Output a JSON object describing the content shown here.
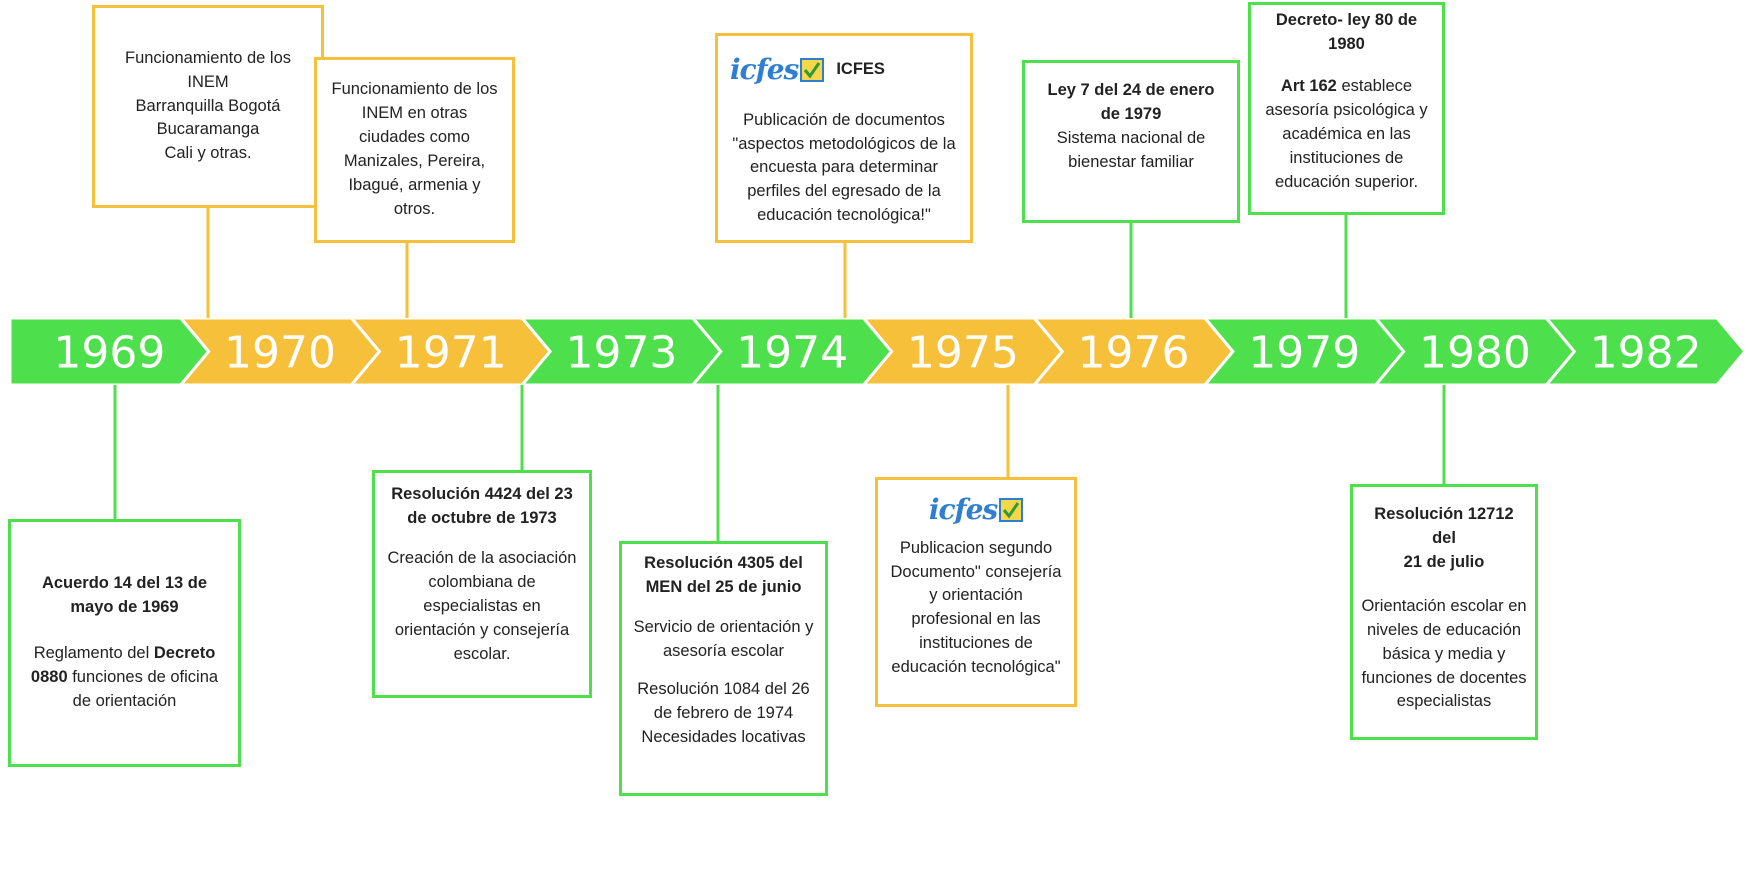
{
  "colors": {
    "green": "#4ee04c",
    "orange": "#f6c03a",
    "logo_blue": "#2e7fd0"
  },
  "years": [
    {
      "label": "1969",
      "color": "green"
    },
    {
      "label": "1970",
      "color": "orange"
    },
    {
      "label": "1971",
      "color": "orange"
    },
    {
      "label": "1973",
      "color": "green"
    },
    {
      "label": "1974",
      "color": "green"
    },
    {
      "label": "1975",
      "color": "orange"
    },
    {
      "label": "1976",
      "color": "orange"
    },
    {
      "label": "1979",
      "color": "green"
    },
    {
      "label": "1980",
      "color": "green"
    },
    {
      "label": "1982",
      "color": "green"
    }
  ],
  "events": {
    "e1970": {
      "lines": [
        "Funcionamiento de los",
        "INEM",
        "Barranquilla Bogotá",
        "Bucaramanga",
        "Cali y otras."
      ]
    },
    "e1971": {
      "lines": [
        "Funcionamiento de los",
        "INEM en otras",
        "ciudades como",
        "Manizales, Pereira,",
        "Ibagué, armenia y",
        "otros."
      ]
    },
    "e1975": {
      "logo_text": "icfes",
      "title": "ICFES",
      "lines": [
        "Publicación de documentos",
        "\"aspectos metodológicos de la",
        "encuesta para determinar",
        "perfiles del egresado de la",
        "educación tecnológica!\""
      ]
    },
    "e1979": {
      "title_lines": [
        "Ley 7 del 24 de enero",
        "de 1979"
      ],
      "lines": [
        "Sistema nacional de",
        "bienestar familiar"
      ]
    },
    "e1980": {
      "title_lines": [
        "Decreto- ley 80 de",
        "1980"
      ],
      "bold_prefix": "Art 162",
      "first_line_rest": " establece",
      "lines": [
        "asesoría psicológica y",
        "académica en las",
        "instituciones de",
        "educación superior."
      ]
    },
    "e1969": {
      "title_lines": [
        "Acuerdo 14 del 13 de",
        "mayo de 1969"
      ],
      "l1_pre": "Reglamento del ",
      "l1_bold": "Decreto",
      "l2_bold": "0880",
      "l2_post": " funciones de oficina",
      "l3": "de orientación"
    },
    "e1973": {
      "title_lines": [
        "Resolución 4424 del 23",
        "de octubre de 1973"
      ],
      "lines": [
        "Creación de la asociación",
        "colombiana de",
        "especialistas en",
        "orientación y consejería",
        "escolar."
      ]
    },
    "e1974": {
      "title_lines": [
        "Resolución 4305 del",
        "MEN del 25 de junio"
      ],
      "lines": [
        "Servicio de orientación y",
        "asesoría escolar"
      ],
      "lines2": [
        "Resolución 1084 del 26",
        "de febrero de 1974",
        "Necesidades locativas"
      ]
    },
    "e1976": {
      "logo_text": "icfes",
      "lines": [
        "Publicacion segundo",
        "Documento\" consejería",
        "y orientación",
        "profesional en las",
        "instituciones de",
        "educación tecnológica\""
      ]
    },
    "e1982": {
      "title_lines": [
        "Resolución 12712 del",
        "21 de julio"
      ],
      "lines": [
        "Orientación escolar en",
        "niveles de educación",
        "básica y media y",
        "funciones de docentes",
        "especialistas"
      ]
    }
  }
}
